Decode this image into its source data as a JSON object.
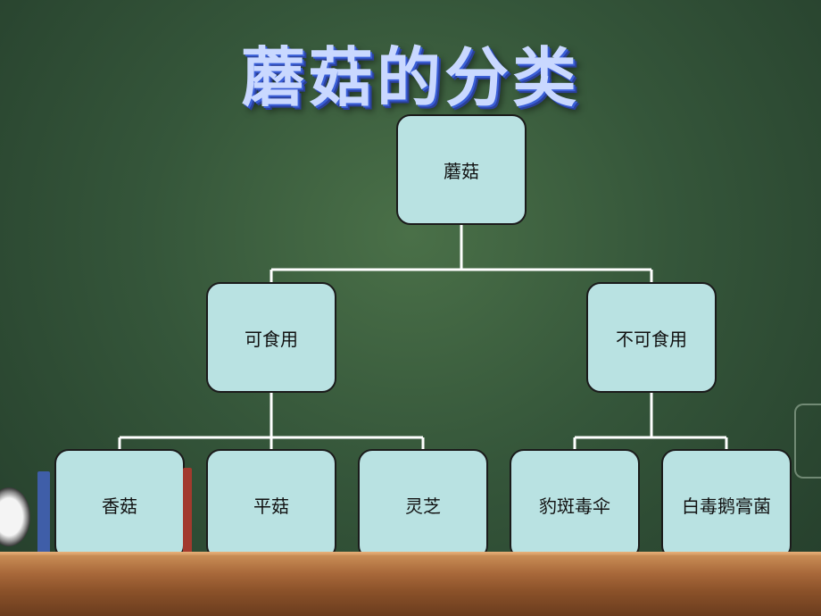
{
  "title": "蘑菇的分类",
  "tree": {
    "root": "蘑菇",
    "children": [
      {
        "label": "可食用",
        "children": [
          "香菇",
          "平菇",
          "灵芝"
        ]
      },
      {
        "label": "不可食用",
        "children": [
          "豹斑毒伞",
          "白毒鹅膏菌"
        ]
      }
    ]
  },
  "colors": {
    "node_fill": "#b9e2e2",
    "node_border": "#1b1b1b",
    "connector": "#ffffff",
    "board": "#3b5d3e",
    "title": "#c9d8ff"
  }
}
